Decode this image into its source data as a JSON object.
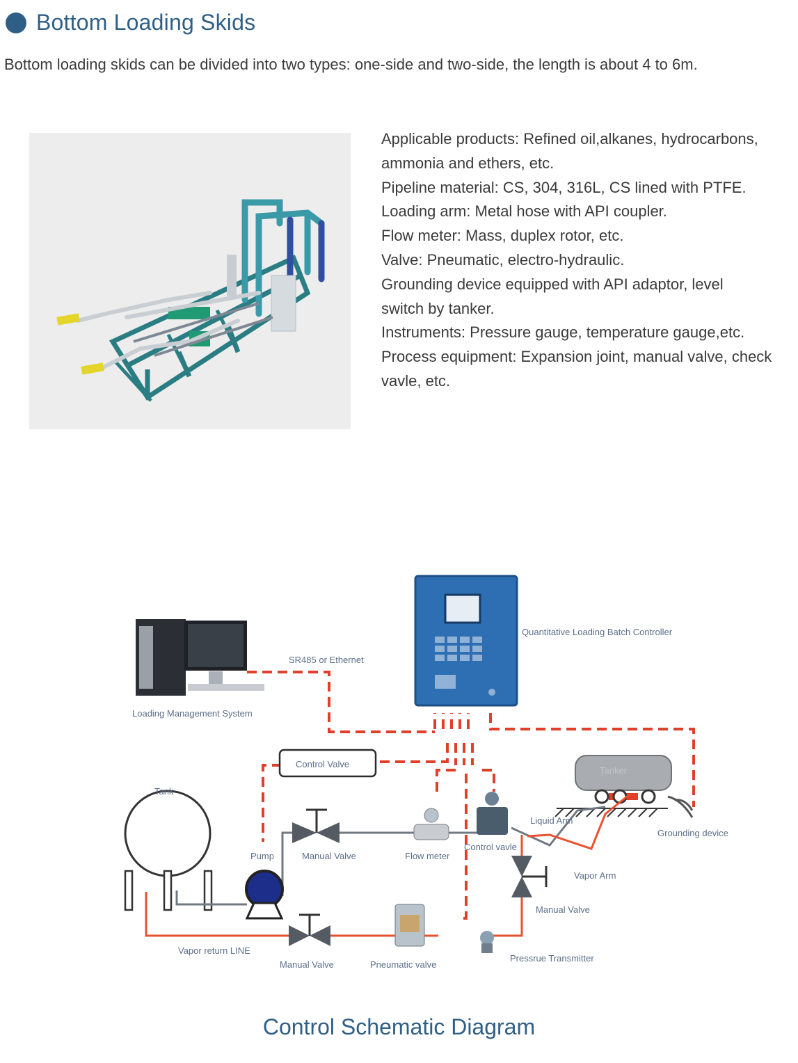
{
  "header": {
    "title": "Bottom Loading Skids"
  },
  "intro": "Bottom loading skids can be divided into two types: one-side and two-side, the length is about 4 to 6m.",
  "specs": [
    "Applicable products: Refined oil,alkanes, hydrocarbons,",
    "ammonia and ethers, etc.",
    "Pipeline material: CS, 304, 316L, CS lined with PTFE.",
    "Loading arm: Metal hose with API coupler.",
    "Flow meter: Mass, duplex rotor, etc.",
    "Valve: Pneumatic, electro-hydraulic.",
    "Grounding device equipped with API adaptor, level",
    "switch by tanker.",
    "Instruments: Pressure gauge, temperature gauge,etc.",
    "Process equipment: Expansion joint, manual valve, check",
    "vavle, etc."
  ],
  "diagram": {
    "labels": {
      "batch_controller": "Quantitative Loading Batch Controller",
      "sr485": "SR485 or Ethernet",
      "lms": "Loading Management System",
      "control_valve_box": "Control Valve",
      "tanker": "Tanker",
      "tank": "Tank",
      "pump": "Pump",
      "manual_valve_top": "Manual Valve",
      "flow_meter": "Flow meter",
      "control_valve": "Control vavle",
      "liquid_arm": "Liquid Arm",
      "grounding_device": "Grounding device",
      "vapor_arm": "Vapor Arm",
      "manual_valve_right": "Manual Valve",
      "vapor_return": "Vapor return LINE",
      "manual_valve_bottom": "Manual Valve",
      "pneumatic_valve": "Pneumatic valve",
      "pressure_transmitter": "Pressrue Transmitter"
    },
    "colors": {
      "signal": "#e0402a",
      "liquid": "#707883",
      "vapor": "#e8502e",
      "controller": "#2e6fb3"
    }
  },
  "caption": "Control Schematic Diagram"
}
